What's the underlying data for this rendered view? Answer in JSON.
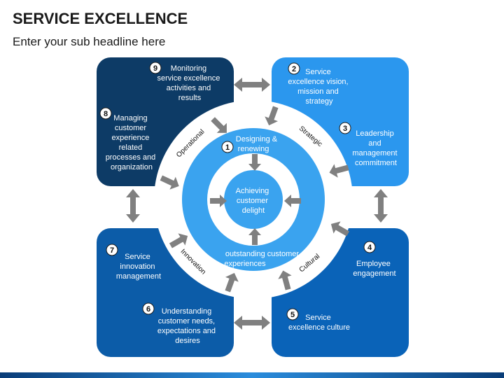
{
  "header": {
    "title": "SERVICE EXCELLENCE",
    "subtitle": "Enter your sub headline here"
  },
  "center": {
    "core": [
      "Achieving",
      "customer",
      "delight"
    ],
    "ring_top": [
      "Designing &",
      "renewing"
    ],
    "ring_top_number": "1",
    "ring_bottom": [
      "outstanding customer",
      "experiences"
    ]
  },
  "ring_labels": {
    "operational": "Operational",
    "strategic": "Strategic",
    "innovation": "Innovation",
    "cultural": "Cultural"
  },
  "items": [
    {
      "number": "2",
      "lines": [
        "Service",
        "excellence vision,",
        "mission and",
        "strategy"
      ]
    },
    {
      "number": "3",
      "lines": [
        "Leadership",
        "and",
        "management",
        "commitment"
      ]
    },
    {
      "number": "4",
      "lines": [
        "Employee",
        "engagement"
      ]
    },
    {
      "number": "5",
      "lines": [
        "Service",
        "excellence culture"
      ]
    },
    {
      "number": "6",
      "lines": [
        "Understanding",
        "customer needs,",
        "expectations and",
        "desires"
      ]
    },
    {
      "number": "7",
      "lines": [
        "Service",
        "innovation",
        "management"
      ]
    },
    {
      "number": "8",
      "lines": [
        "Managing",
        "customer",
        "experience",
        "related",
        "processes and",
        "organization"
      ]
    },
    {
      "number": "9",
      "lines": [
        "Monitoring",
        "service excellence",
        "activities and",
        "results"
      ]
    }
  ],
  "colors": {
    "dark_navy": "#0d3b66",
    "bright_blue": "#2b97ee",
    "mid_blue": "#0c5ca8",
    "deep_blue": "#0a63b8",
    "ring_blue": "#3aa3ef",
    "core_blue": "#3aa3ef",
    "arrow_gray": "#808080"
  }
}
